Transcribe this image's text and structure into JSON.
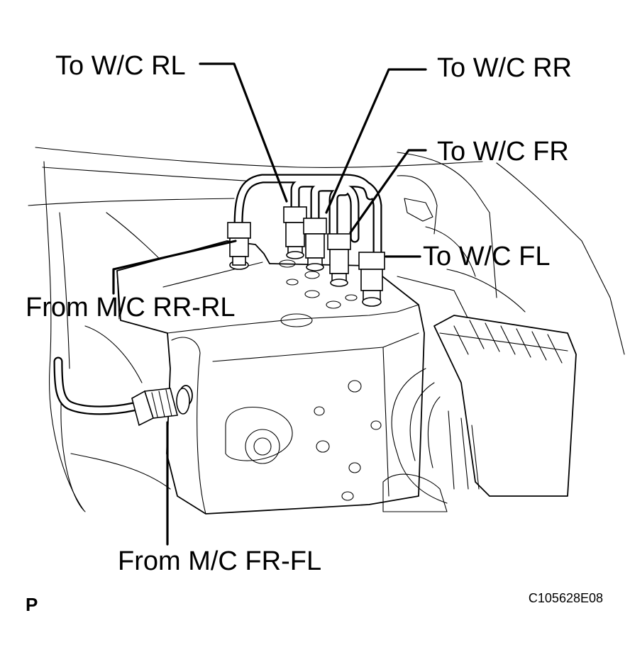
{
  "diagram": {
    "labels": {
      "to_wc_rl": "To W/C RL",
      "to_wc_rr": "To W/C RR",
      "to_wc_fr": "To W/C FR",
      "to_wc_fl": "To W/C FL",
      "from_mc_rr_rl": "From M/C RR-RL",
      "from_mc_fr_fl": "From M/C FR-FL"
    },
    "corner_mark": "P",
    "figure_code": "C105628E08"
  }
}
